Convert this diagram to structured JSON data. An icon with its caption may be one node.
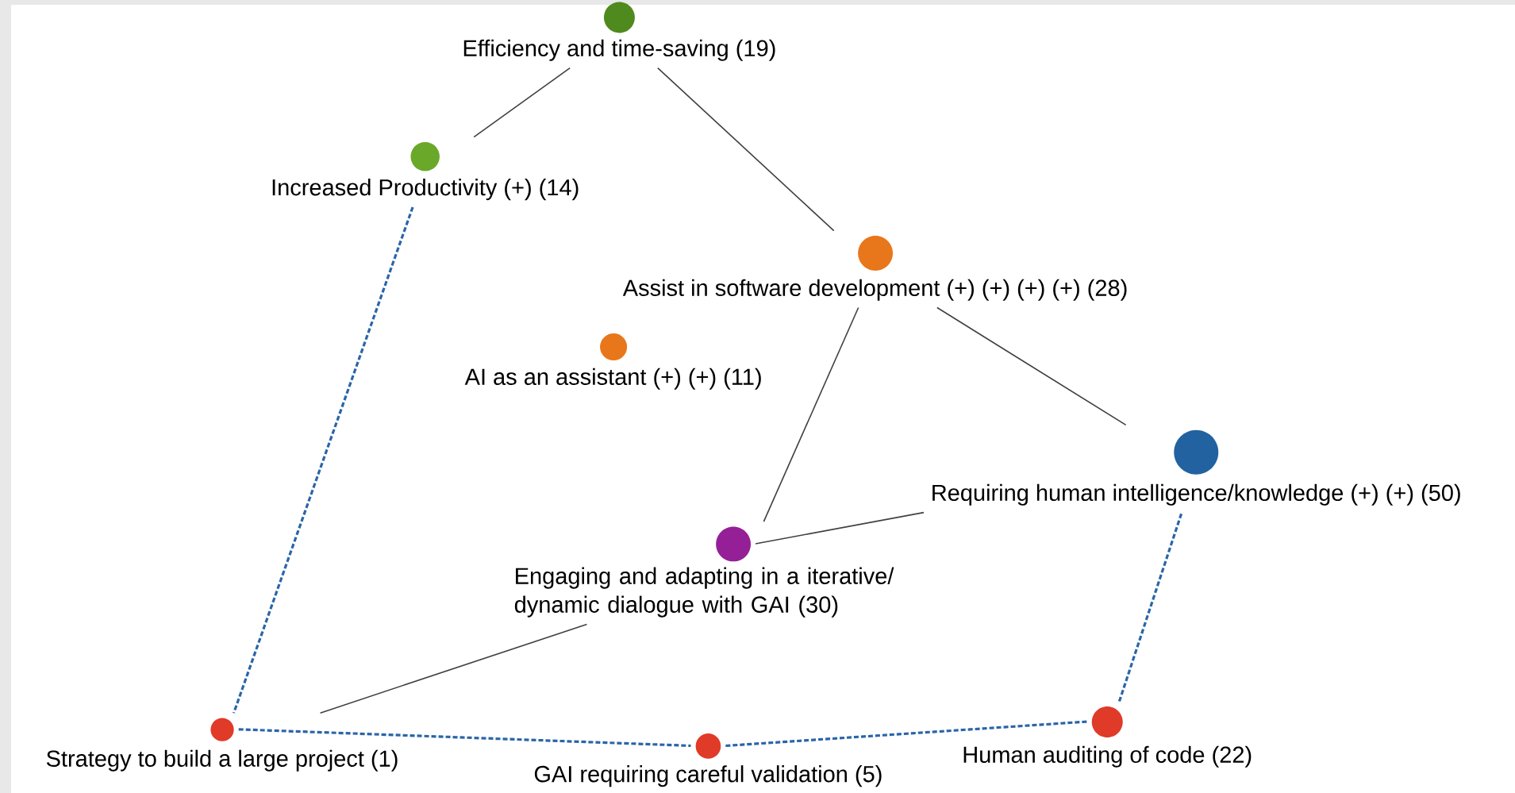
{
  "diagram": {
    "nodes": [
      {
        "text": [
          "Efficiency and time-saving (19)"
        ]
      },
      {
        "text": [
          "Increased Productivity (+) (14)"
        ]
      },
      {
        "text": [
          "Assist in software development (+) (+) (+) (+) (28)"
        ]
      },
      {
        "text": [
          "AI as an assistant (+) (+) (11)"
        ]
      },
      {
        "text": [
          "Requiring human intelligence/knowledge (+) (+) (50)"
        ]
      },
      {
        "text": [
          "Engaging and adapting in a iterative/ dynamic dialogue with GAI (30)"
        ]
      },
      {
        "text": [
          "Strategy to build a large project (1)"
        ]
      },
      {
        "text": [
          "GAI requiring careful validation (5)"
        ]
      },
      {
        "text": [
          "Human auditing of code (22)"
        ]
      }
    ],
    "edges": [
      {
        "from": 0,
        "to": 1,
        "arrow": "none"
      },
      {
        "from": 0,
        "to": 2,
        "arrow": "none"
      },
      {
        "from": 2,
        "to": 5,
        "arrow": "none"
      },
      {
        "from": 2,
        "to": 4,
        "arrow": "none"
      },
      {
        "from": 4,
        "to": 5,
        "arrow": "none"
      },
      {
        "from": 5,
        "to": 6,
        "arrow": "none"
      },
      {
        "from": 1,
        "to": 6,
        "arrow": "none",
        "style": "dashed",
        "color": "#2a65a8"
      },
      {
        "from": 6,
        "to": 7,
        "arrow": "none",
        "style": "dashed",
        "color": "#2a65a8"
      },
      {
        "from": 7,
        "to": 8,
        "arrow": "none",
        "style": "dashed",
        "color": "#2a65a8"
      },
      {
        "from": 8,
        "to": 4,
        "arrow": "none",
        "style": "dashed",
        "color": "#2a65a8"
      }
    ]
  }
}
